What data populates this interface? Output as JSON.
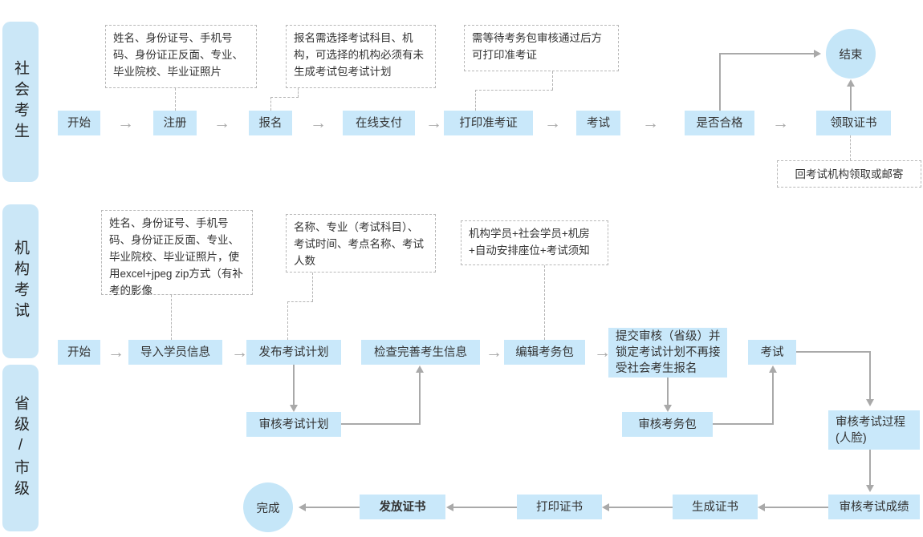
{
  "diagram": {
    "title_colors": {
      "node_fill": "#c9e8fa",
      "lane_fill": "#cbe7f7",
      "circle_fill": "#c5e6f8",
      "connector": "#a9a9a9",
      "note_border": "#b8b8b8"
    }
  },
  "lanes": [
    {
      "id": "lane-social-candidate",
      "label": "社会考生"
    },
    {
      "id": "lane-institution-exam",
      "label": "机构考试"
    },
    {
      "id": "lane-province-city",
      "label": "省级/市级"
    }
  ],
  "lane1": {
    "notes": [
      {
        "id": "note-register-fields",
        "text": "姓名、身份证号、手机号码、身份证正反面、专业、毕业院校、毕业证照片"
      },
      {
        "id": "note-signup-rule",
        "text": "报名需选择考试科目、机构，可选择的机构必须有未生成考试包考试计划"
      },
      {
        "id": "note-admission-ticket",
        "text": "需等待考务包审核通过后方可打印准考证"
      },
      {
        "id": "note-certificate-pickup",
        "text": "回考试机构领取或邮寄"
      }
    ],
    "nodes": [
      {
        "id": "node-start",
        "label": "开始"
      },
      {
        "id": "node-register",
        "label": "注册"
      },
      {
        "id": "node-signup",
        "label": "报名"
      },
      {
        "id": "node-online-pay",
        "label": "在线支付"
      },
      {
        "id": "node-print-admission",
        "label": "打印准考证"
      },
      {
        "id": "node-exam",
        "label": "考试"
      },
      {
        "id": "node-is-pass",
        "label": "是否合格"
      },
      {
        "id": "node-get-certificate",
        "label": "领取证书"
      },
      {
        "id": "node-end",
        "label": "结束"
      }
    ]
  },
  "lane2": {
    "notes": [
      {
        "id": "note-student-import-fields",
        "text": "姓名、身份证号、手机号码、身份证正反面、专业、毕业院校、毕业证照片，使用excel+jpeg zip方式（有补考的影像"
      },
      {
        "id": "note-exam-plan-fields",
        "text": "名称、专业（考试科目）、考试时间、考点名称、考试人数"
      },
      {
        "id": "note-exam-package-fields",
        "text": "机构学员+社会学员+机房+自动安排座位+考试须知"
      }
    ],
    "nodes": [
      {
        "id": "node-start-2",
        "label": "开始"
      },
      {
        "id": "node-import-students",
        "label": "导入学员信息"
      },
      {
        "id": "node-publish-exam-plan",
        "label": "发布考试计划"
      },
      {
        "id": "node-check-candidate-info",
        "label": "检查完善考生信息"
      },
      {
        "id": "node-edit-exam-package",
        "label": "编辑考务包"
      },
      {
        "id": "node-submit-review-lock",
        "label": "提交审核（省级）并锁定考试计划不再接受社会考生报名"
      },
      {
        "id": "node-exam-2",
        "label": "考试"
      },
      {
        "id": "node-review-exam-plan",
        "label": "审核考试计划"
      },
      {
        "id": "node-review-exam-package",
        "label": "审核考务包"
      },
      {
        "id": "node-review-exam-process",
        "label": "审核考试过程(人脸)"
      }
    ]
  },
  "lane3": {
    "nodes": [
      {
        "id": "node-review-exam-score",
        "label": "审核考试成绩"
      },
      {
        "id": "node-generate-certificate",
        "label": "生成证书"
      },
      {
        "id": "node-print-certificate",
        "label": "打印证书"
      },
      {
        "id": "node-issue-certificate",
        "label": "发放证书"
      },
      {
        "id": "node-complete",
        "label": "完成"
      }
    ]
  }
}
